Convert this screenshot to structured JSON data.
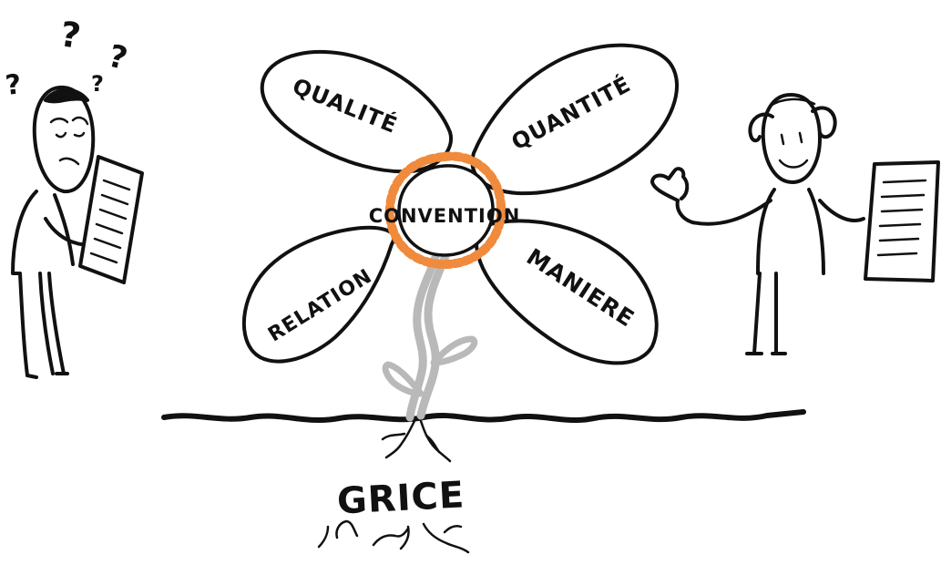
{
  "diagram": {
    "center_label": "CONVENTION",
    "petals": [
      {
        "id": "qualite",
        "label": "QUALITÉ"
      },
      {
        "id": "quantite",
        "label": "QUANTITÉ"
      },
      {
        "id": "relation",
        "label": "RELATION"
      },
      {
        "id": "maniere",
        "label": "MANIERE"
      }
    ],
    "root_label": "GRICE",
    "question_marks": [
      "?",
      "?",
      "?",
      "?"
    ]
  },
  "colors": {
    "ink": "#111111",
    "accent_orange": "#f08a3c",
    "stem_gray": "#b9b9b9",
    "background": "#ffffff"
  }
}
